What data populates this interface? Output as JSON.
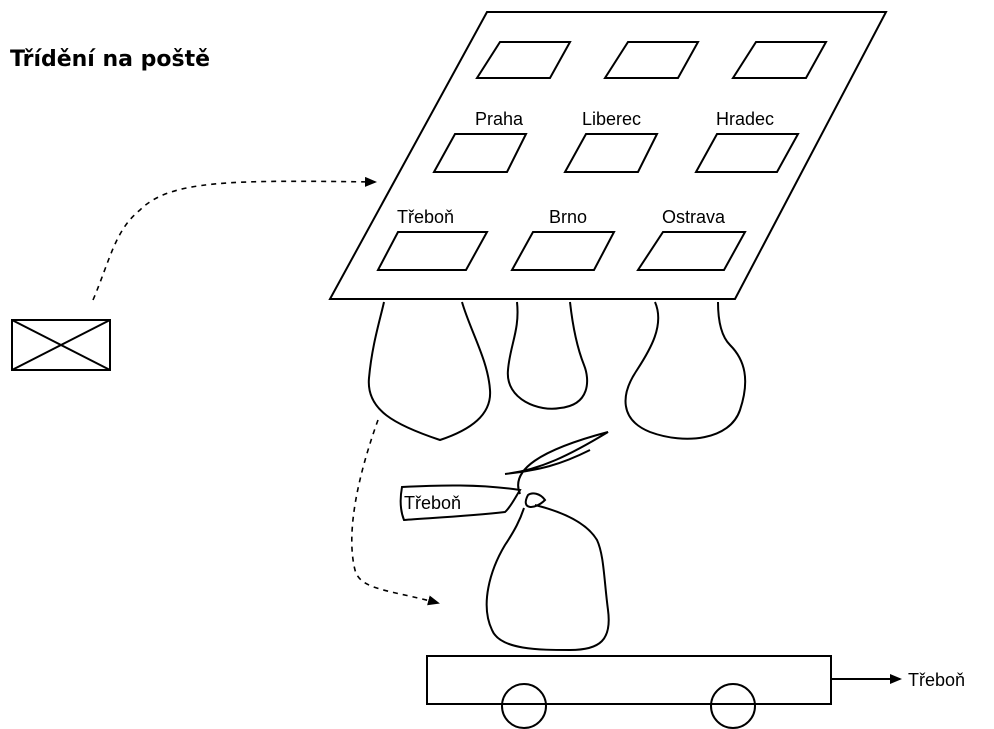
{
  "title": "Třídění na poště",
  "slots": [
    "Praha",
    "Liberec",
    "Hradec",
    "Třeboň",
    "Brno",
    "Ostrava"
  ],
  "bag_tag": "Třeboň",
  "destination": "Třeboň",
  "colors": {
    "ink": "#000000",
    "background": "#ffffff"
  }
}
